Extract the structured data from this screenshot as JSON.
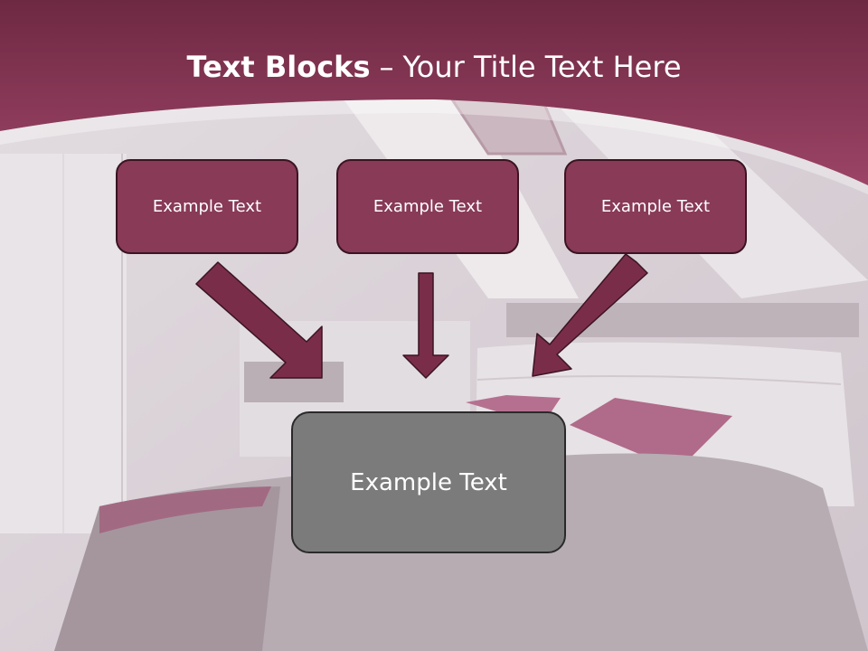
{
  "slide": {
    "title_bold": "Text Blocks",
    "title_separator": "–",
    "title_rest": "Your Title Text Here"
  },
  "diagram": {
    "boxes": [
      {
        "label": "Example Text"
      },
      {
        "label": "Example Text"
      },
      {
        "label": "Example Text"
      }
    ],
    "target": {
      "label": "Example Text"
    }
  },
  "colors": {
    "header": "#8f3a5c",
    "box_fill": "#883a56",
    "box_border": "#3b1422",
    "target_fill": "#7b7b7b",
    "arrow": "#7a2d49"
  }
}
